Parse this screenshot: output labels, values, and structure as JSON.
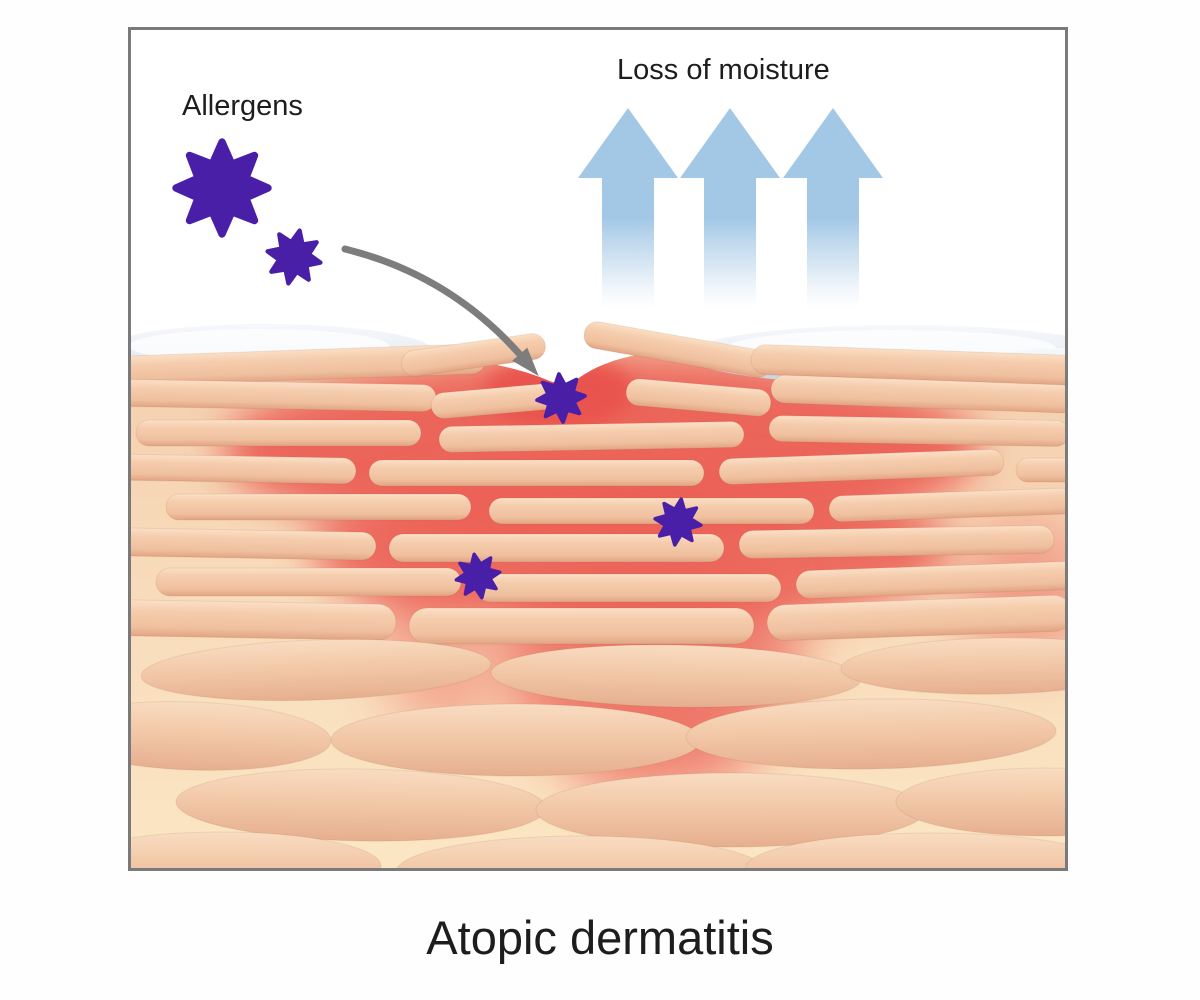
{
  "diagram": {
    "caption": "Atopic dermatitis",
    "labels": {
      "allergens": "Allergens",
      "loss_of_moisture": "Loss of moisture"
    },
    "elements": {
      "moisture_arrows_count": 3,
      "allergen_particles_outside_count": 2,
      "allergen_particles_in_skin_count": 3
    },
    "colors": {
      "allergen_purple": "#4a1fa8",
      "moisture_arrow_blue": "#a3c8e6",
      "inflammation_red": "#ec6157",
      "skin_cell_peach": "#f2c6a6",
      "skin_background_cream": "#fae3c1",
      "lipid_layer_gray": "#d7dde6",
      "frame_border_gray": "#7a7a7a",
      "penetration_arrow_gray": "#7d7d7d",
      "text_black": "#1d1d1d"
    }
  }
}
